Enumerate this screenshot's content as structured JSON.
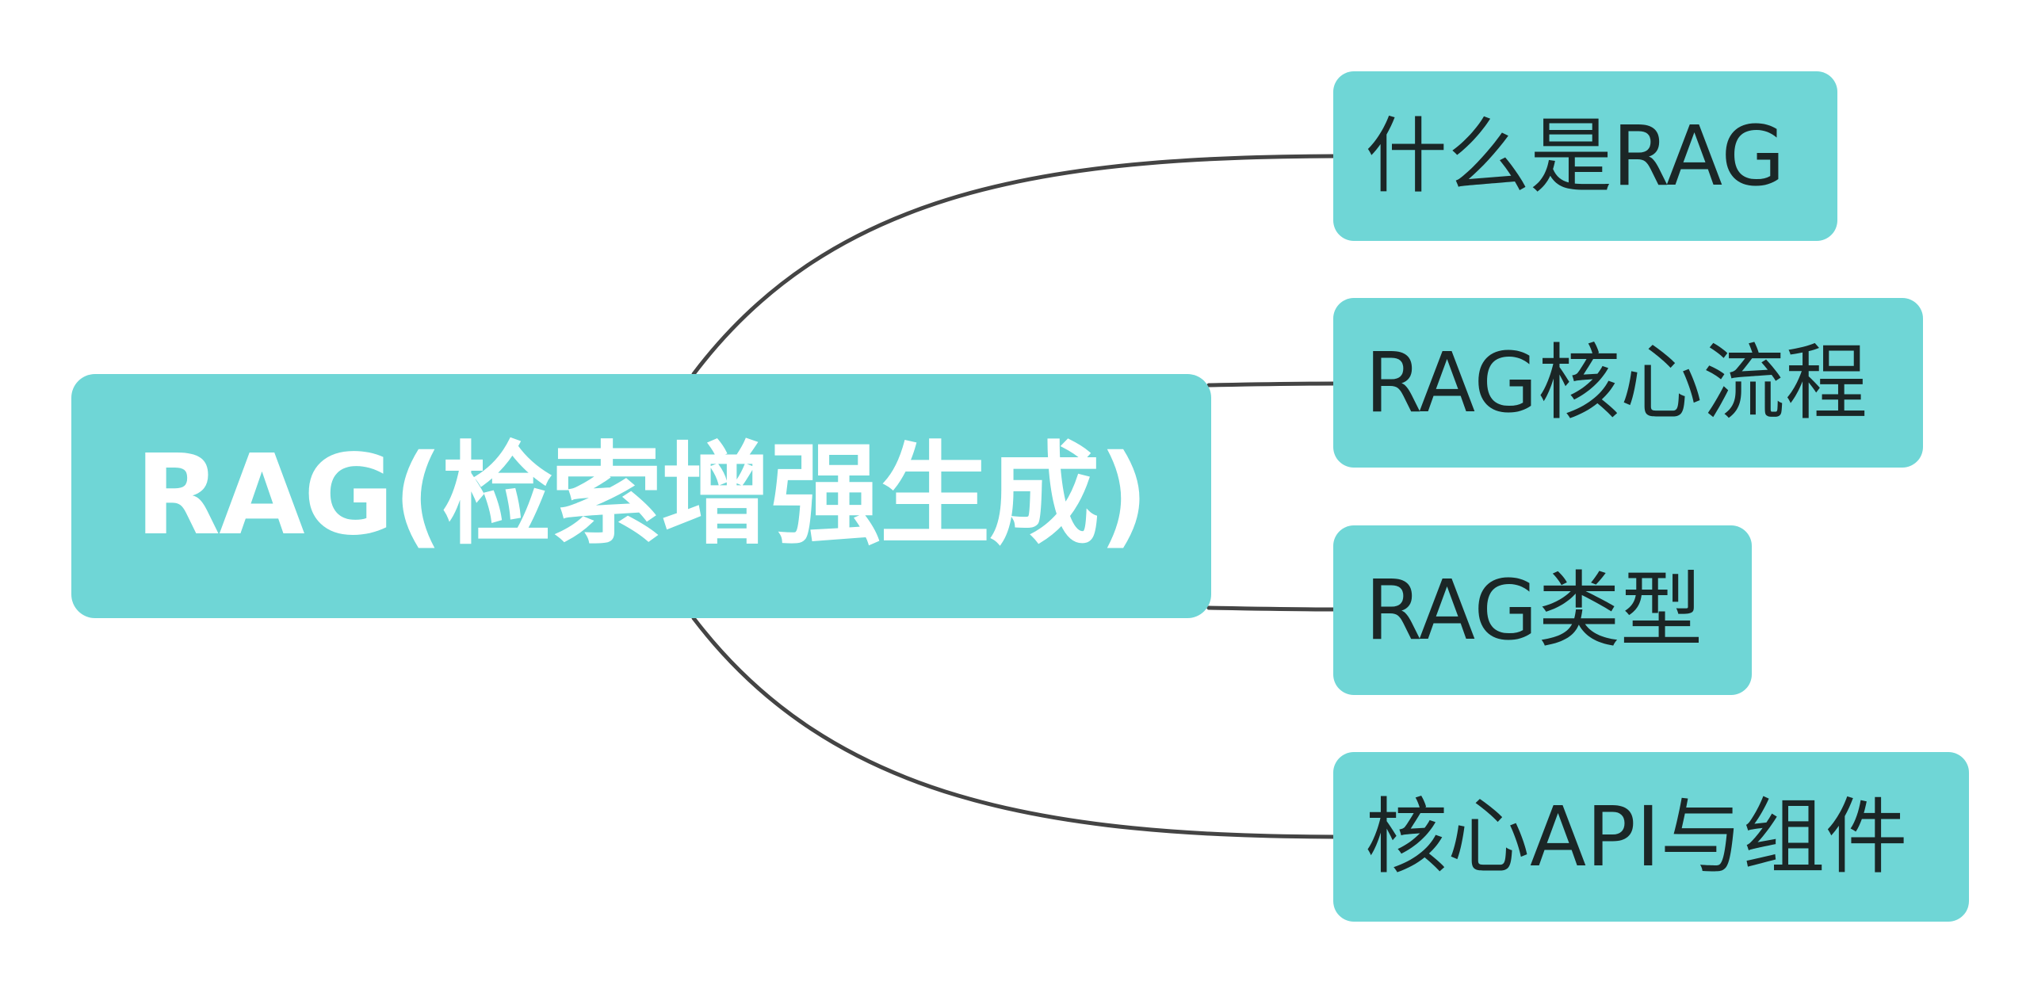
{
  "mindmap": {
    "root": {
      "label": "RAG(检索增强生成)"
    },
    "topics": [
      {
        "label": "什么是RAG"
      },
      {
        "label": "RAG核心流程"
      },
      {
        "label": "RAG类型"
      },
      {
        "label": "核心API与组件"
      }
    ]
  },
  "colors": {
    "node_fill": "#6fd6d6",
    "root_text": "#ffffff",
    "topic_text": "#1b2626",
    "connector": "#444444",
    "background": "#ffffff"
  }
}
